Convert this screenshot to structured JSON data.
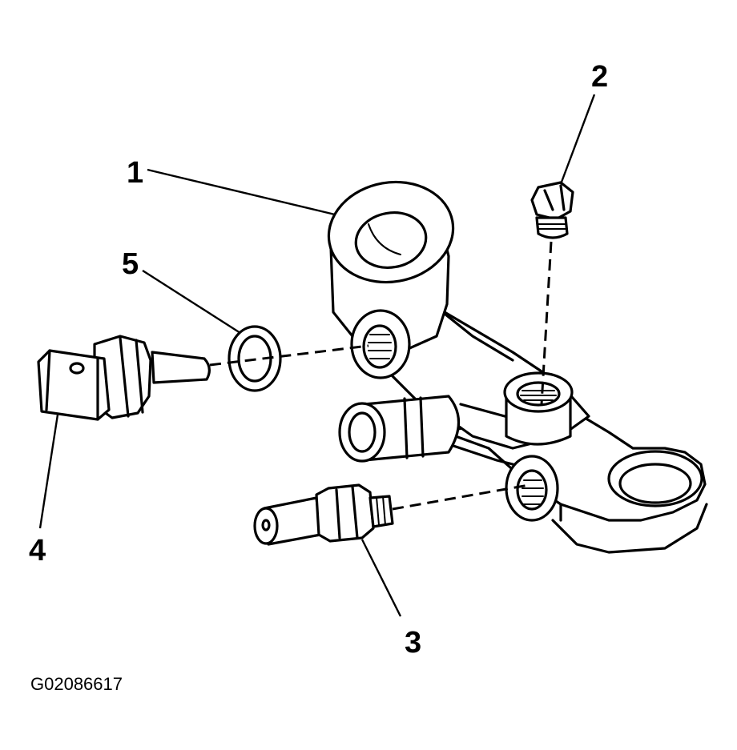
{
  "callouts": {
    "c1": "1",
    "c2": "2",
    "c3": "3",
    "c4": "4",
    "c5": "5"
  },
  "figure_id": "G02086617",
  "colors": {
    "line": "#000000",
    "background": "#ffffff"
  }
}
